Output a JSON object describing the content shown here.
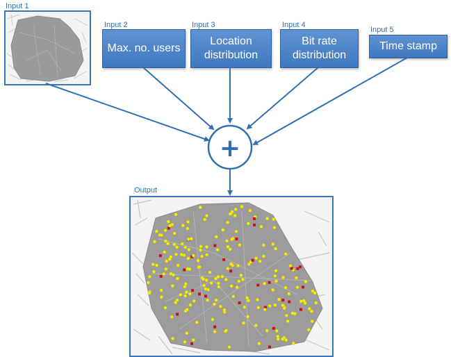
{
  "inputs": [
    {
      "label": "Input 1"
    },
    {
      "label": "Input 2",
      "text": "Max. no. users"
    },
    {
      "label": "Input 3",
      "text": "Location distribution"
    },
    {
      "label": "Input 4",
      "text": "Bit rate distribution"
    },
    {
      "label": "Input 5",
      "text": "Time stamp"
    }
  ],
  "combiner": {
    "symbol": "+"
  },
  "output": {
    "label": "Output"
  },
  "colors": {
    "accent": "#2f6fb3",
    "box": "#4a84c8",
    "map": "#9a9a9a",
    "user_yellow": "#f4f000",
    "user_red": "#cc1010"
  }
}
